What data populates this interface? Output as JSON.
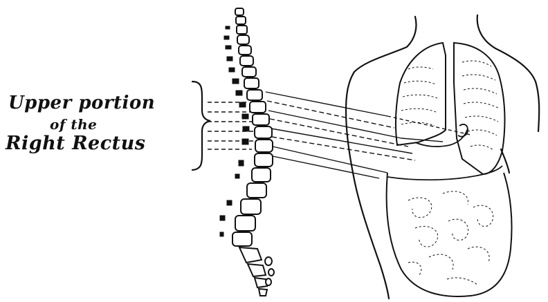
{
  "annotation": {
    "lines": [
      "Upper portion",
      "of the",
      "Right Rectus"
    ]
  },
  "colors": {
    "ink": "#111111",
    "paper": "#ffffff"
  }
}
